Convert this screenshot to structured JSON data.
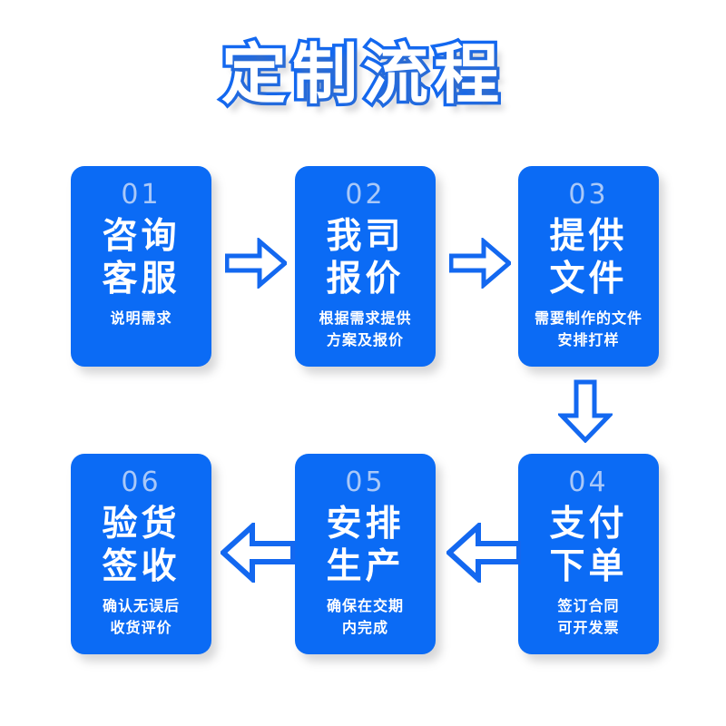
{
  "page": {
    "title": "定制流程",
    "background_color": "#ffffff"
  },
  "theme": {
    "card_blue": "#0b6bf5",
    "number_blue": "#a9c8f8",
    "arrow_blue": "#1368f0",
    "title_fill": "#ffffff",
    "title_stroke": "#1368f0",
    "text_white": "#ffffff"
  },
  "steps": [
    {
      "number": "01",
      "title_lines": [
        "咨询",
        "客服"
      ],
      "sub_lines": [
        "说明需求"
      ]
    },
    {
      "number": "02",
      "title_lines": [
        "我司",
        "报价"
      ],
      "sub_lines": [
        "根据需求提供",
        "方案及报价"
      ]
    },
    {
      "number": "03",
      "title_lines": [
        "提供",
        "文件"
      ],
      "sub_lines": [
        "需要制作的文件",
        "安排打样"
      ]
    },
    {
      "number": "04",
      "title_lines": [
        "支付",
        "下单"
      ],
      "sub_lines": [
        "签订合同",
        "可开发票"
      ]
    },
    {
      "number": "05",
      "title_lines": [
        "安排",
        "生产"
      ],
      "sub_lines": [
        "确保在交期",
        "内完成"
      ]
    },
    {
      "number": "06",
      "title_lines": [
        "验货",
        "签收"
      ],
      "sub_lines": [
        "确认无误后",
        "收货评价"
      ]
    }
  ],
  "arrows": [
    {
      "name": "arrow-right-step1-to-step2",
      "direction": "right"
    },
    {
      "name": "arrow-right-step2-to-step3",
      "direction": "right"
    },
    {
      "name": "arrow-down-step3-to-step4",
      "direction": "down"
    },
    {
      "name": "arrow-left-step4-to-step5",
      "direction": "left"
    },
    {
      "name": "arrow-left-step5-to-step6",
      "direction": "left"
    }
  ]
}
